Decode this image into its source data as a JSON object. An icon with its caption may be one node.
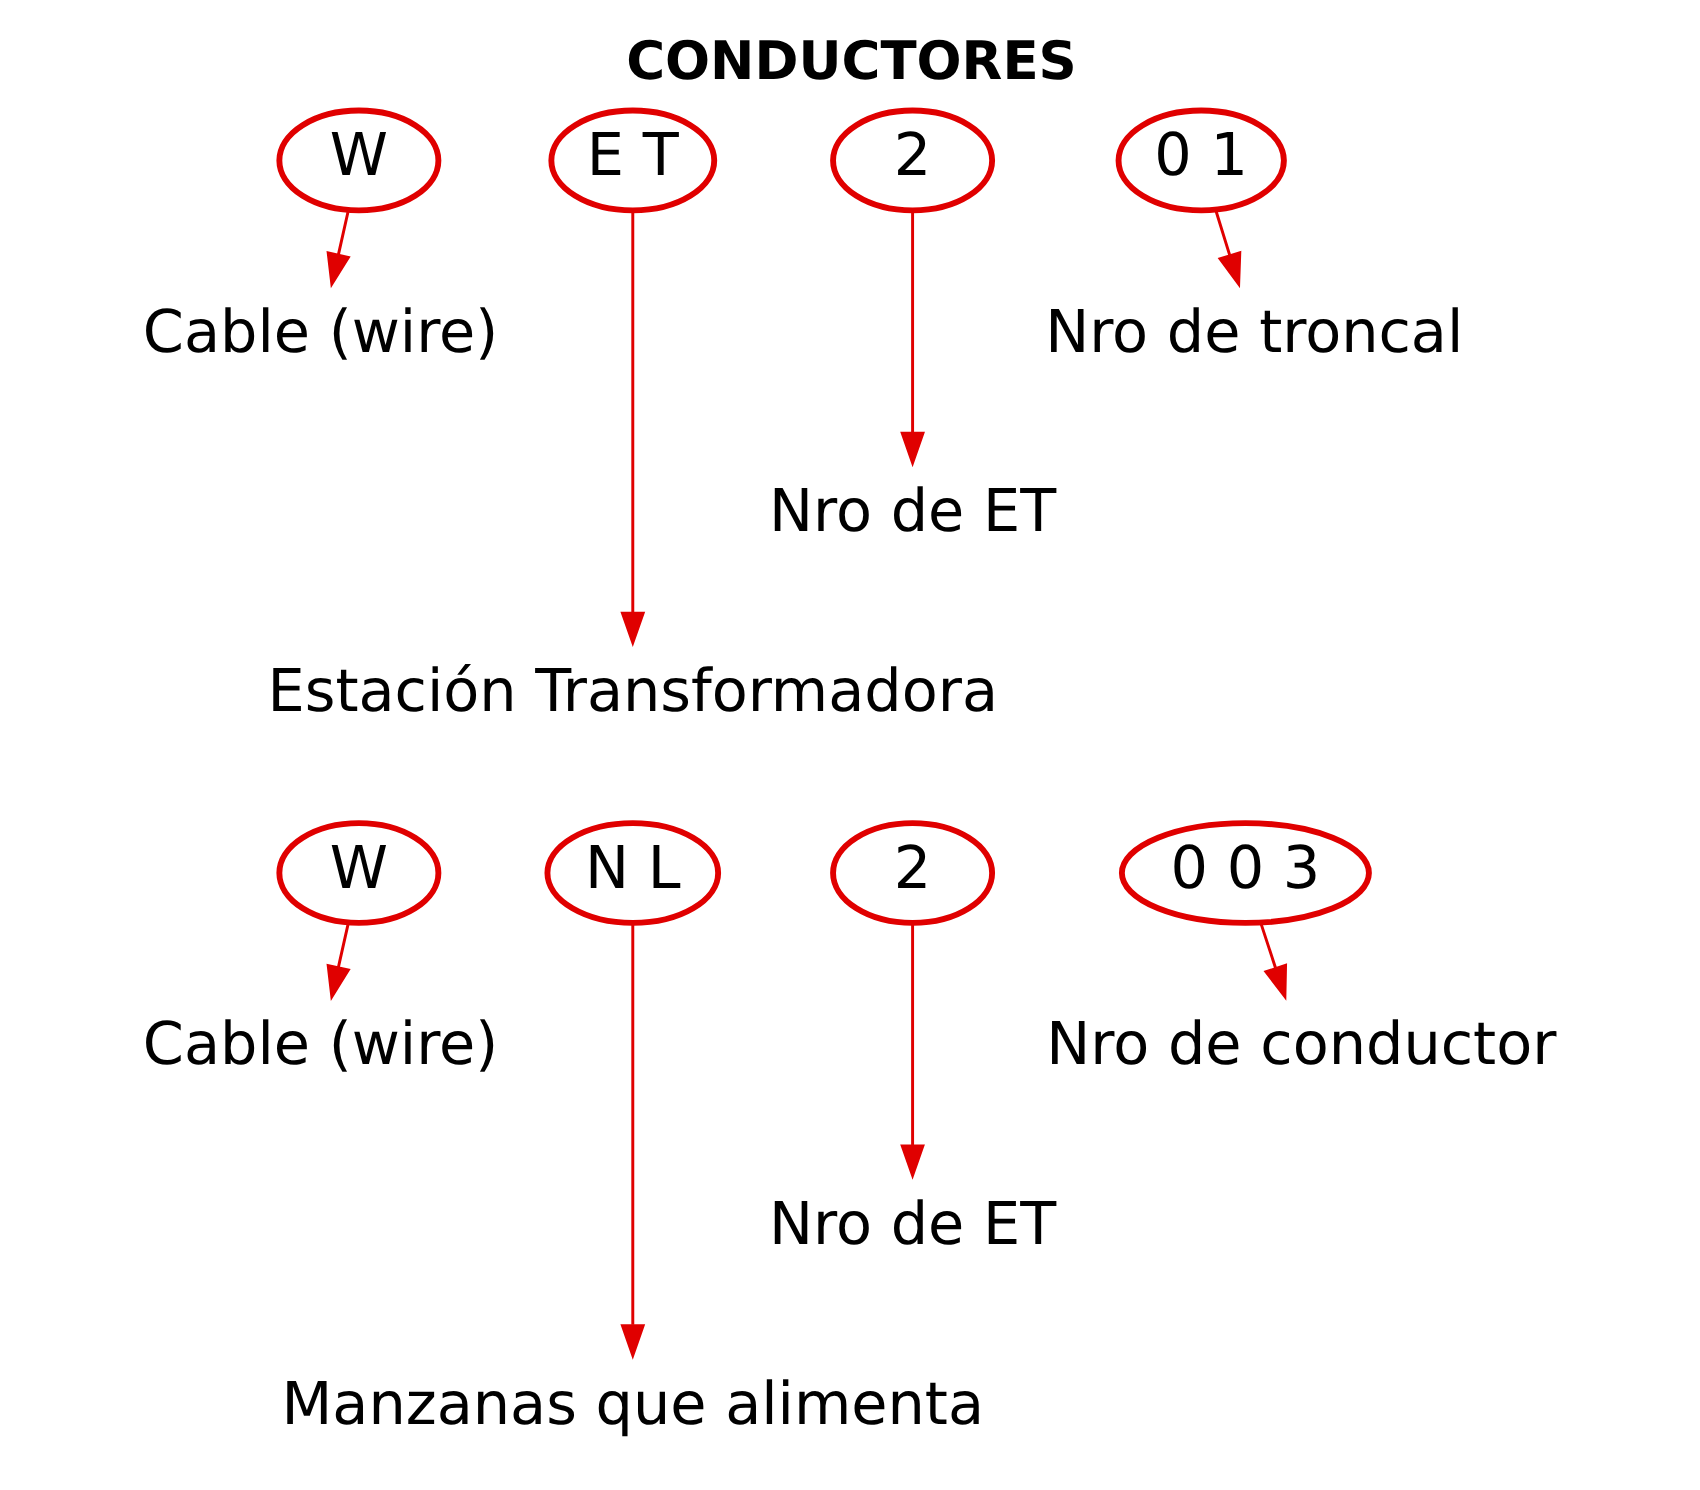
{
  "diagram": {
    "title": "CONDUCTORES",
    "nodes": [
      {
        "text": [
          "W"
        ]
      },
      {
        "text": [
          "E T"
        ]
      },
      {
        "text": [
          "2"
        ]
      },
      {
        "text": [
          "0 1"
        ]
      },
      {
        "text": [
          "Cable (wire)"
        ]
      },
      {
        "text": [
          "Estación Transformadora"
        ]
      },
      {
        "text": [
          "Nro de ET"
        ]
      },
      {
        "text": [
          "Nro de troncal"
        ]
      },
      {
        "text": [
          "W"
        ]
      },
      {
        "text": [
          "N L"
        ]
      },
      {
        "text": [
          "2"
        ]
      },
      {
        "text": [
          "0 0 3"
        ]
      },
      {
        "text": [
          "Cable (wire)"
        ]
      },
      {
        "text": [
          "Manzanas que alimenta"
        ]
      },
      {
        "text": [
          "Nro de ET"
        ]
      },
      {
        "text": [
          "Nro de conductor"
        ]
      }
    ],
    "edges": [
      {
        "from": 0,
        "to": 4,
        "arrow": "to"
      },
      {
        "from": 1,
        "to": 5,
        "arrow": "to"
      },
      {
        "from": 2,
        "to": 6,
        "arrow": "to"
      },
      {
        "from": 3,
        "to": 7,
        "arrow": "to"
      },
      {
        "from": 8,
        "to": 12,
        "arrow": "to"
      },
      {
        "from": 9,
        "to": 13,
        "arrow": "to"
      },
      {
        "from": 10,
        "to": 14,
        "arrow": "to"
      },
      {
        "from": 11,
        "to": 15,
        "arrow": "to"
      }
    ]
  }
}
